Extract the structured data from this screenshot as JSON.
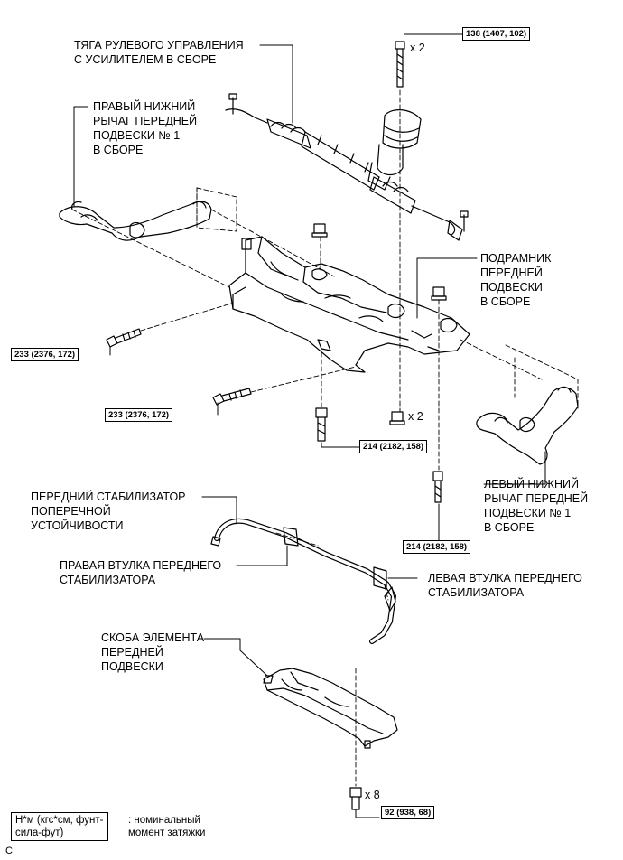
{
  "labels": {
    "steering": "ТЯГА РУЛЕВОГО УПРАВЛЕНИЯ\nС УСИЛИТЕЛЕМ В СБОРЕ",
    "right_arm": "ПРАВЫЙ НИЖНИЙ\nРЫЧАГ ПЕРЕДНЕЙ\nПОДВЕСКИ № 1\nВ СБОРЕ",
    "subframe": "ПОДРАМНИК\nПЕРЕДНЕЙ\nПОДВЕСКИ\nВ СБОРЕ",
    "left_arm": "ЛЕВЫЙ НИЖНИЙ\nРЫЧАГ ПЕРЕДНЕЙ\nПОДВЕСКИ № 1\nВ СБОРЕ",
    "stabilizer": "ПЕРЕДНИЙ СТАБИЛИЗАТОР\nПОПЕРЕЧНОЙ\nУСТОЙЧИВОСТИ",
    "right_bushing": "ПРАВАЯ ВТУЛКА ПЕРЕДНЕГО\nСТАБИЛИЗАТОРА",
    "left_bushing": "ЛЕВАЯ ВТУЛКА ПЕРЕДНЕГО\nСТАБИЛИЗАТОРА",
    "brace": "СКОБА ЭЛЕМЕНТА\nПЕРЕДНЕЙ\nПОДВЕСКИ"
  },
  "torques": {
    "t138": "138 (1407, 102)",
    "t233a": "233 (2376, 172)",
    "t233b": "233 (2376, 172)",
    "t214a": "214 (2182, 158)",
    "t214b": "214 (2182, 158)",
    "t92": "92 (938, 68)"
  },
  "quantities": {
    "q_bolt_top": "x 2",
    "q_nut": "x 2",
    "q_bottom": "x 8"
  },
  "legend": {
    "unit": "Н*м (кгс*см, фунт-\nсила-фут)",
    "meaning": ": номинальный\nмомент затяжки"
  },
  "corner_mark": "C"
}
